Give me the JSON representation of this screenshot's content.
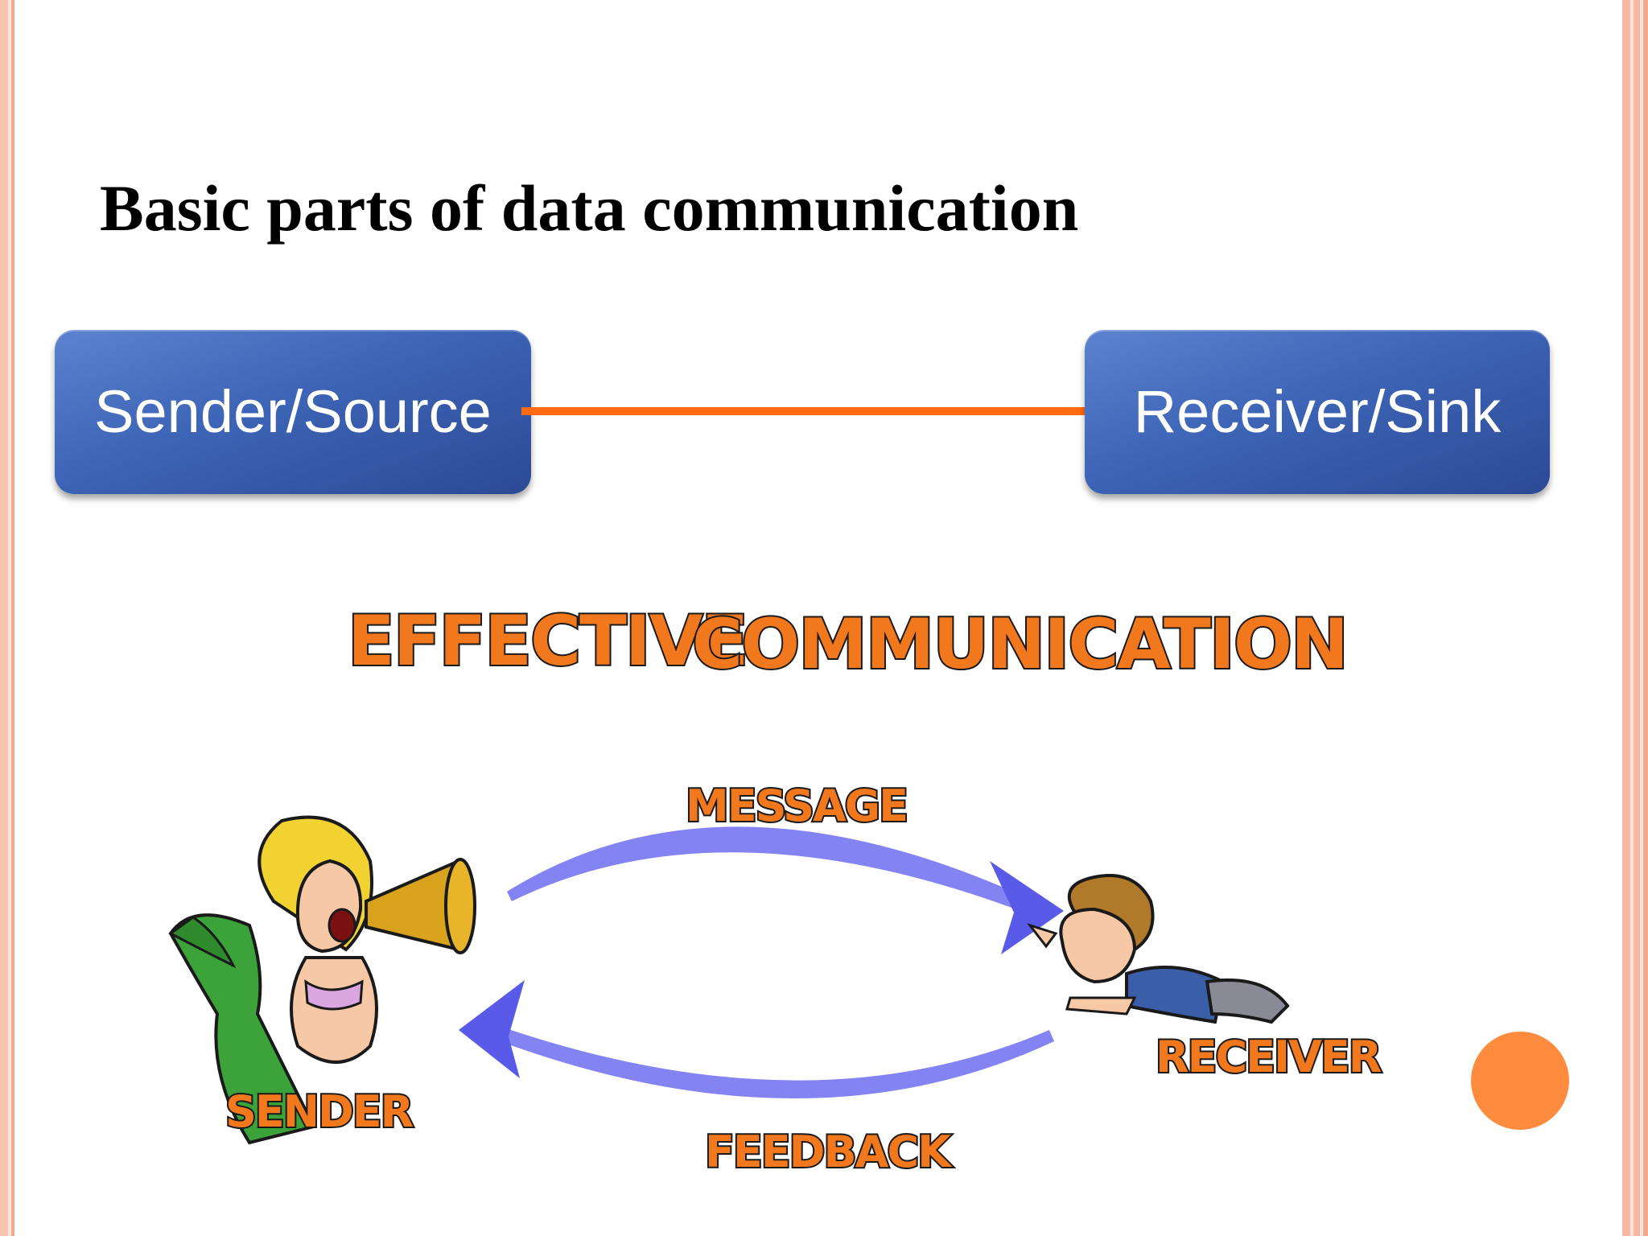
{
  "slide": {
    "title": "Basic parts of data communication",
    "sender_box": "Sender/Source",
    "receiver_box": "Receiver/Sink"
  },
  "illustration": {
    "heading_left": "EFFECTIVE",
    "heading_right": "COMMUNICATION",
    "message": "MESSAGE",
    "feedback": "FEEDBACK",
    "sender": "SENDER",
    "receiver": "RECEIVER"
  },
  "colors": {
    "box_blue": "#3d64b6",
    "connector_orange": "#ff6a13",
    "accent_orange": "#ff8c3e",
    "arrow_blue": "#6a6af0"
  }
}
